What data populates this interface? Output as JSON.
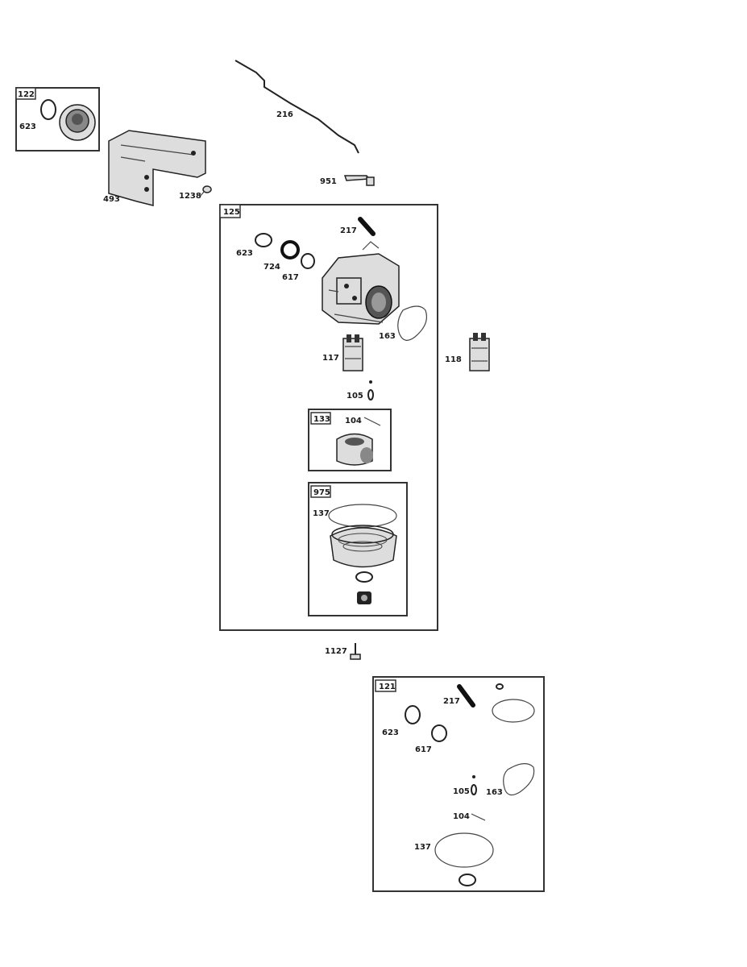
{
  "kits": {
    "k122": {
      "number": "122"
    },
    "k125": {
      "number": "125"
    },
    "k133": {
      "number": "133"
    },
    "k975": {
      "number": "975"
    },
    "k121": {
      "number": "121"
    }
  },
  "parts": {
    "p623a": "623",
    "p216": "216",
    "p951": "951",
    "p493": "493",
    "p1238": "1238",
    "p217a": "217",
    "p623b": "623",
    "p724": "724",
    "p617a": "617",
    "p163a": "163",
    "p117": "117",
    "p118": "118",
    "p105a": "105",
    "p104a": "104",
    "p137a": "137",
    "p1127": "1127",
    "p217b": "217",
    "p623c": "623",
    "p617b": "617",
    "p105b": "105",
    "p163b": "163",
    "p104b": "104",
    "p137b": "137"
  }
}
